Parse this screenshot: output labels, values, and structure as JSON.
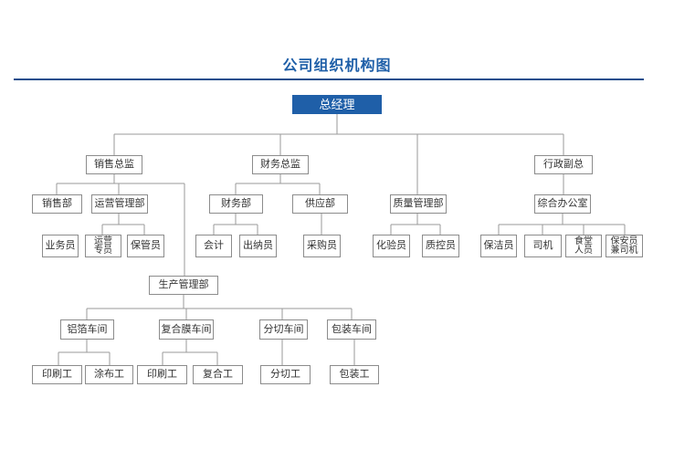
{
  "title": "公司组织机构图",
  "accent_color": "#1f5fa8",
  "nodes": {
    "gm": "总经理",
    "sales_director": "销售总监",
    "finance_director": "财务总监",
    "admin_vp": "行政副总",
    "sales_dept": "销售部",
    "ops_dept": "运营管理部",
    "finance_dept": "财务部",
    "supply_dept": "供应部",
    "qc_dept": "质量管理部",
    "office": "综合办公室",
    "salesman": "业务员",
    "ops_specialist": "运营\n专员",
    "custodian": "保管员",
    "accountant": "会计",
    "cashier": "出纳员",
    "purchaser": "采购员",
    "lab_tech": "化验员",
    "qc_inspector": "质控员",
    "cleaner": "保洁员",
    "driver": "司机",
    "canteen_staff": "食堂\n人员",
    "guard_driver": "保安员\n兼司机",
    "production_dept": "生产管理部",
    "foil_workshop": "铝箔车间",
    "laminating_workshop": "复合膜车间",
    "cutting_workshop": "分切车间",
    "packing_workshop": "包装车间",
    "printer_a": "印刷工",
    "coater": "涂布工",
    "printer_b": "印刷工",
    "laminator": "复合工",
    "cutter": "分切工",
    "packer": "包装工"
  }
}
